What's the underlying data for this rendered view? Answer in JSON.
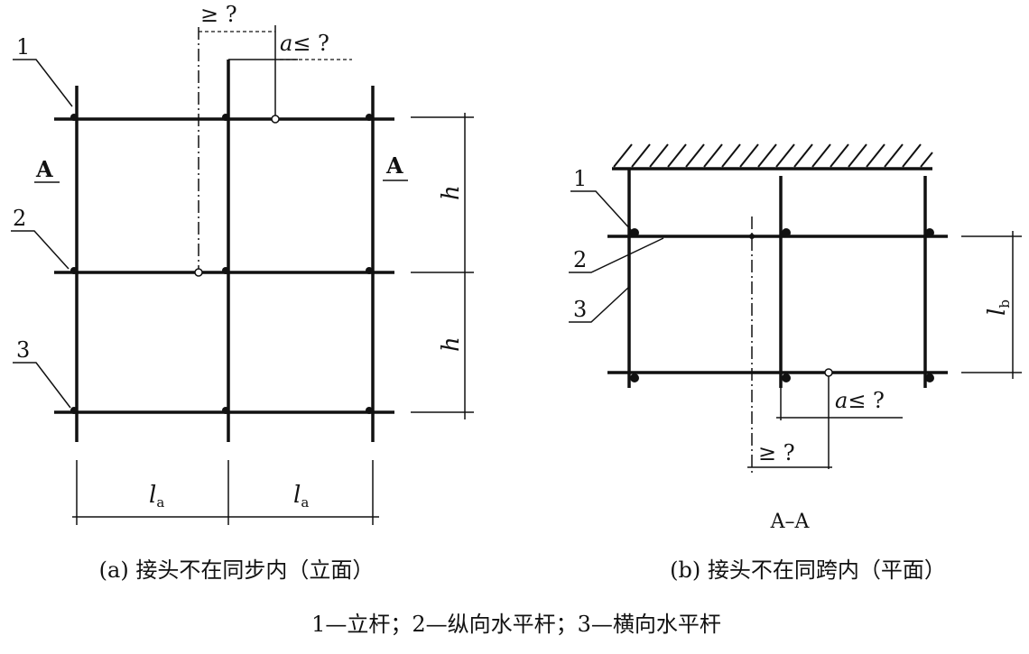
{
  "figure_a": {
    "labels": {
      "one": "1",
      "two": "2",
      "three": "3",
      "section_left": "A",
      "section_right": "A"
    },
    "dims": {
      "min_spacing": "≥ ?",
      "a_prefix": "a",
      "a_max": "≤ ?",
      "h1": "h",
      "h2": "h",
      "la1": "l",
      "la1_sub": "a",
      "la2": "l",
      "la2_sub": "a"
    },
    "caption": "(a) 接头不在同步内（立面）"
  },
  "figure_b": {
    "labels": {
      "one": "1",
      "two": "2",
      "three": "3",
      "section": "A–A"
    },
    "dims": {
      "min_spacing": "≥ ?",
      "a_prefix": "a",
      "a_max": "≤ ?",
      "lb": "l",
      "lb_sub": "b"
    },
    "caption": "(b) 接头不在同跨内（平面）"
  },
  "legend": "1—立杆；2—纵向水平杆；3—横向水平杆"
}
